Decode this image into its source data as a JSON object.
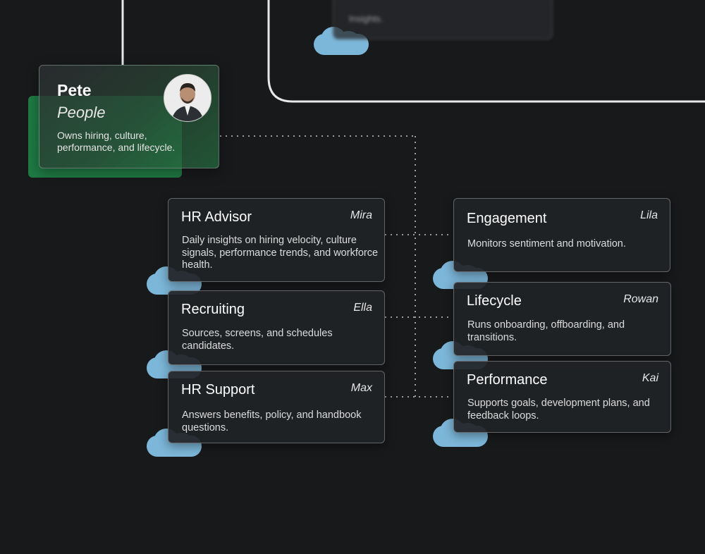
{
  "top_card": {
    "text": "Insights."
  },
  "pete": {
    "name": "Pete",
    "role": "People",
    "description": "Owns hiring, culture, performance, and lifecycle."
  },
  "agents_left": [
    {
      "title": "HR Advisor",
      "agent": "Mira",
      "description": "Daily insights on hiring velocity, culture signals, performance trends, and workforce health."
    },
    {
      "title": "Recruiting",
      "agent": "Ella",
      "description": "Sources, screens, and schedules candidates."
    },
    {
      "title": "HR Support",
      "agent": "Max",
      "description": "Answers benefits, policy, and handbook questions."
    }
  ],
  "agents_right": [
    {
      "title": "Engagement",
      "agent": "Lila",
      "description": "Monitors sentiment and motivation."
    },
    {
      "title": "Lifecycle",
      "agent": "Rowan",
      "description": "Runs onboarding, offboarding, and transitions."
    },
    {
      "title": "Performance",
      "agent": "Kai",
      "description": "Supports goals, development plans, and feedback loops."
    }
  ],
  "colors": {
    "background": "#18191b",
    "accent_green": "#1f7a44",
    "cloud_blue": "#7cb6d8"
  },
  "icons": {
    "cloud": "cloud-icon",
    "avatar": "person-avatar"
  }
}
